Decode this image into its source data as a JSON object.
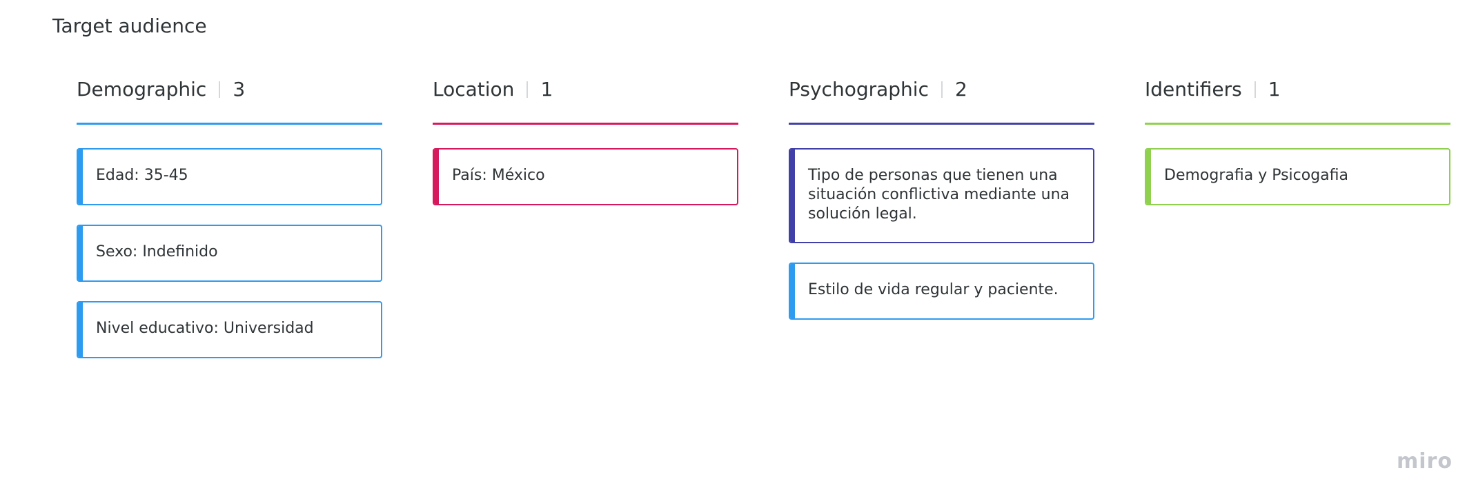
{
  "board": {
    "title": "Target audience",
    "watermark": "miro"
  },
  "columns": [
    {
      "title": "Demographic",
      "count": "3",
      "color": "#2d9bf0",
      "cards": [
        {
          "text": "Edad: 35-45",
          "color": "#2d9bf0"
        },
        {
          "text": "Sexo: Indefinido",
          "color": "#2d9bf0"
        },
        {
          "text": "Nivel educativo: Universidad",
          "color": "#2d9bf0"
        }
      ]
    },
    {
      "title": "Location",
      "count": "1",
      "color": "#d6185c",
      "cards": [
        {
          "text": "País: México",
          "color": "#d6185c"
        }
      ]
    },
    {
      "title": "Psychographic",
      "count": "2",
      "color": "#4040a8",
      "cards": [
        {
          "text": "Tipo de personas que tienen una situación conflictiva mediante una solución legal.",
          "color": "#4040a8"
        },
        {
          "text": "Estilo de vida regular y paciente.",
          "color": "#2d9bf0"
        }
      ]
    },
    {
      "title": "Identifiers",
      "count": "1",
      "color": "#8fd14f",
      "cards": [
        {
          "text": "Demografia y Psicogafia",
          "color": "#8fd14f"
        }
      ]
    }
  ]
}
